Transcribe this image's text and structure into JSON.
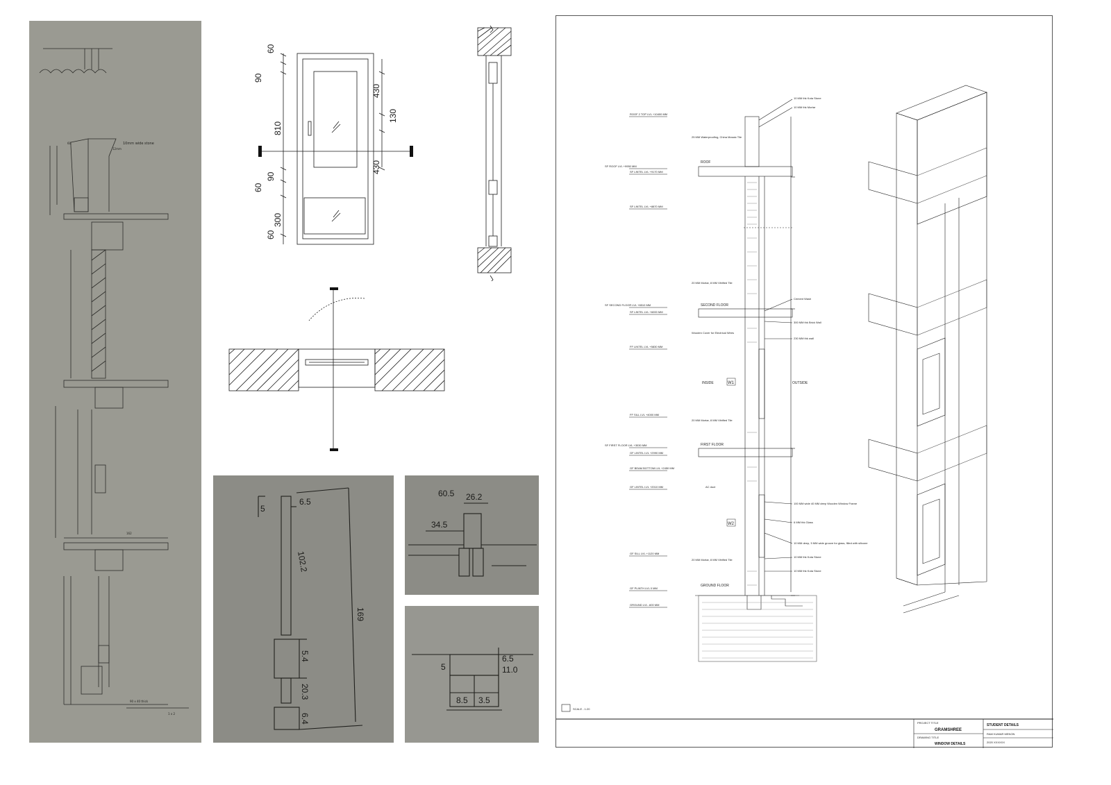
{
  "sketch_long": {
    "notes": [
      "10mm wide stone",
      "12mm",
      "60",
      "162",
      "90 x 40 thick",
      "1 x 2"
    ]
  },
  "door_elevation": {
    "dims_left": [
      "60",
      "90",
      "810",
      "90",
      "60",
      "300",
      "60"
    ],
    "dims_right": [
      "430",
      "130",
      "430"
    ]
  },
  "photo_sketch_1": {
    "labels": [
      "5",
      "6.5",
      "102.2",
      "5.4",
      "20.3",
      "6.4",
      "169"
    ]
  },
  "photo_sketch_2": {
    "labels": [
      "60.5",
      "26.2",
      "34.5"
    ]
  },
  "photo_sketch_3": {
    "labels": [
      "5",
      "6.5",
      "11.0",
      "8.5",
      "3.5"
    ]
  },
  "section_sheet": {
    "levels": [
      "ROOF 2 TOP LVL +10400 MM",
      "SF ROOF LVL +9950 MM",
      "SF LINTEL LVL +9170 MM",
      "SF LINTEL LVL +8870 MM",
      "SF SECOND FLOOR LVL +6510 MM",
      "SF LINTEL LVL +6000 MM",
      "FF LINTEL LVL +5830 MM",
      "FF SILL LVL +4000 MM",
      "SF FIRST FLOOR LVL +3030 MM",
      "GF LINTEL LVL +2990 MM",
      "GF BEAM BOTTOM LVL +2450 MM",
      "GF LINTEL LVL +2010 MM",
      "GF SILL LVL +1120 MM",
      "GF PLINTH LVL 0 MM",
      "GROUND LVL -600 MM"
    ],
    "floor_labels": [
      "ROOF",
      "SECOND FLOOR",
      "FIRST FLOOR",
      "GROUND FLOOR"
    ],
    "window_tags": [
      "W1",
      "W2"
    ],
    "side_labels": {
      "inside": "INSIDE",
      "outside": "OUTSIDE"
    },
    "callouts_right": [
      "10 MM thk Kota Stone",
      "10 MM thk Mortar",
      "Cement Wash",
      "300 MM thk Brick Wall",
      "230 MM thk wall",
      "100 MM wide 40 MM deep Wooden Window Frame",
      "6 MM thk Glass",
      "10 MM deep, 5 MM wide groove for glass, filled with silicone",
      "10 MM thk Kota Stone",
      "10 MM thk Kota Stone"
    ],
    "callouts_left": [
      "25 MM Waterproofing, China Mosaic Tile",
      "20 MM Mortar, 8 MM Vitrified Tile",
      "Wooden Cover for Electrical Wires",
      "20 MM Mortar, 8 MM Vitrified Tile",
      "AC duct",
      "20 MM Mortar, 8 MM Vitrified Tile"
    ],
    "scale_note": "SCALE - 1:20",
    "title_block": {
      "project_label": "PROJECT TITLE",
      "project": "GRAMSHREE",
      "drawing_label": "DRAWING TITLE",
      "drawing": "WINDOW DETAILS",
      "student_label": "STUDENT DETAILS",
      "student_name": "RAM KUMAR MENON",
      "student_id": "2020 XXXXXX"
    }
  },
  "colors": {
    "tracing_paper": "#9a9a92",
    "photo_paper": "#8c8c86",
    "line": "#1a1a1a",
    "pencil": "#2b2b28"
  }
}
